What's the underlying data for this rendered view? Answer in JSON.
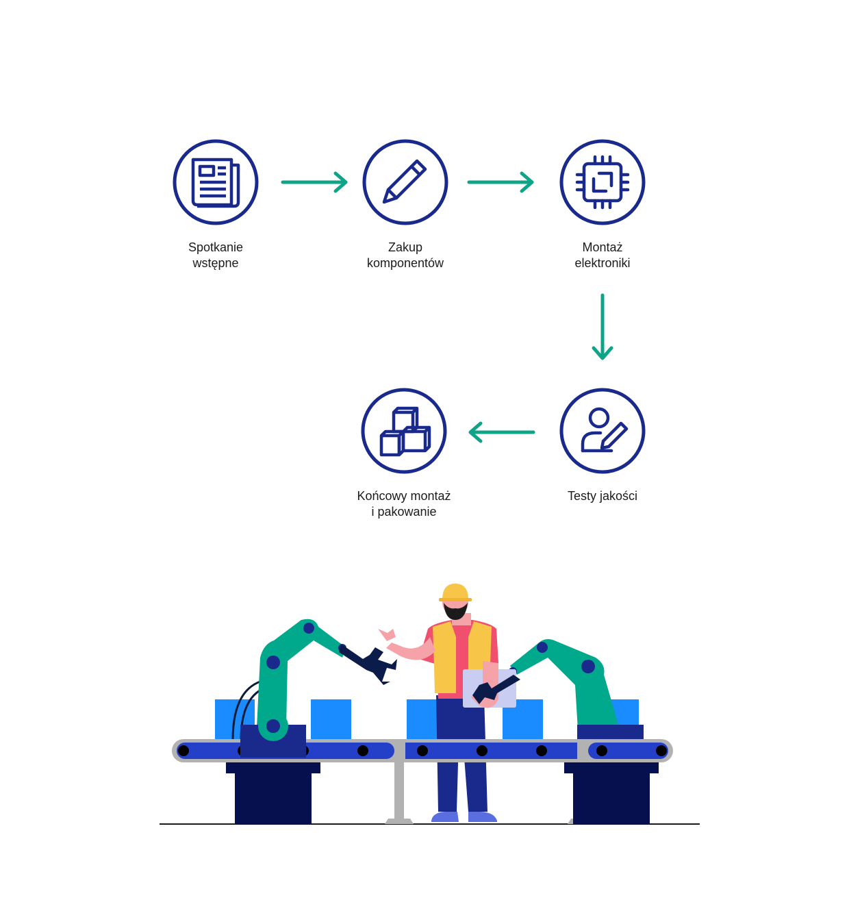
{
  "colors": {
    "navy": "#1a2a8c",
    "teal": "#0fa388",
    "robot_green": "#00a88c",
    "box_blue": "#1a8cff",
    "belt_blue": "#2440c8",
    "base_navy": "#06104f",
    "rail_gray": "#b2b2b2"
  },
  "steps": [
    {
      "id": "meeting",
      "icon": "document-icon",
      "lines": [
        "Spotkanie",
        "wstępne"
      ]
    },
    {
      "id": "purchase",
      "icon": "pencil-icon",
      "lines": [
        "Zakup",
        "komponentów"
      ]
    },
    {
      "id": "electronics",
      "icon": "chip-icon",
      "lines": [
        "Montaż",
        "elektroniki"
      ]
    },
    {
      "id": "testing",
      "icon": "user-edit-icon",
      "lines": [
        "Testy jakości"
      ]
    },
    {
      "id": "final",
      "icon": "boxes-icon",
      "lines": [
        "Końcowy montaż",
        "i pakowanie"
      ]
    }
  ]
}
